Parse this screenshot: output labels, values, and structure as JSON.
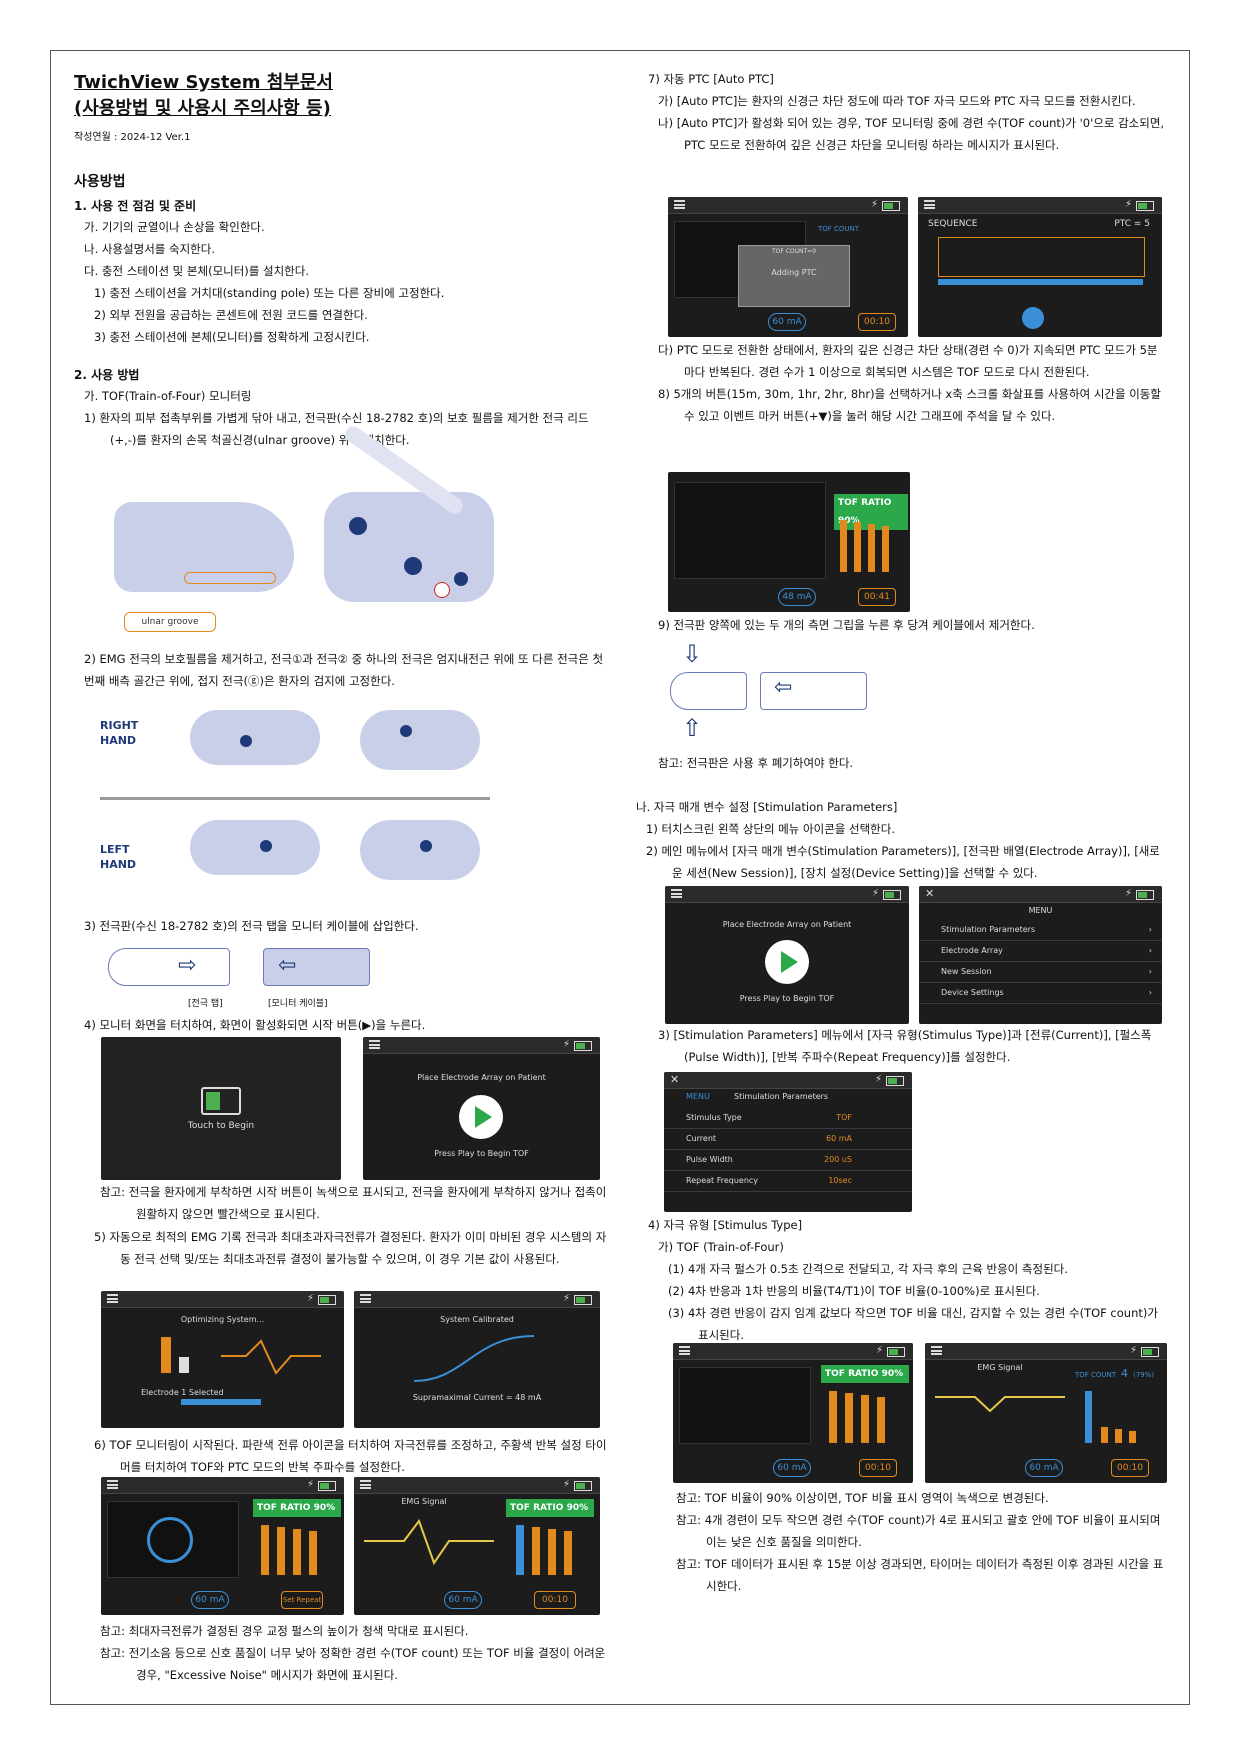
{
  "doc": {
    "title1": "TwichView System 첨부문서",
    "title2": "(사용방법 및 사용시 주의사항 등)",
    "date": "작성연월 : 2024-12 Ver.1",
    "usage_heading": "사용방법",
    "s1_heading": "1. 사용 전 점검 및 준비",
    "s1_items": [
      "가. 기기의 균열이나 손상을 확인한다.",
      "나. 사용설명서를 숙지한다.",
      "다. 충전 스테이션 및 본체(모니터)를 설치한다.",
      "1) 충전 스테이션을 거치대(standing pole) 또는 다른 장비에 고정한다.",
      "2) 외부 전원을 공급하는 콘센트에 전원 코드를 연결한다.",
      "3) 충전 스테이션에 본체(모니터)를 정확하게 고정시킨다."
    ],
    "s2_heading": "2. 사용 방법",
    "s2_a": "가. TOF(Train-of-Four) 모니터링",
    "s2_a1": "1) 환자의 피부 접촉부위를 가볍게 닦아 내고, 전극판(수신 18-2782 호)의 보호 필름을 제거한 전극 리드(+,-)를 환자의 손목 척골신경(ulnar groove) 위에 배치한다.",
    "ulnar_label": "ulnar groove",
    "s2_a2": "2) EMG 전극의 보호필름을 제거하고, 전극①과 전극② 중 하나의 전극은 엄지내전근 위에 또 다른 전극은 첫 번째 배측 골간근 위에, 접지 전극(ⓖ)은 환자의 검지에 고정한다.",
    "right_hand": "RIGHT HAND",
    "left_hand": "LEFT HAND",
    "s2_a3": "3) 전극판(수신 18-2782 호)의 전극 탭을 모니터 케이블에 삽입한다.",
    "tab_label": "[전극 탭]",
    "cable_label": "[모니터 케이블]",
    "s2_a4": "4) 모니터 화면을 터치하여, 화면이 활성화되면 시작 버튼(▶)을 누른다.",
    "touch_begin": "Touch to Begin",
    "place_array": "Place Electrode Array on Patient",
    "press_play": "Press Play to Begin TOF",
    "note4": "참고: 전극을 환자에게 부착하면 시작 버튼이 녹색으로 표시되고, 전극을 환자에게 부착하지 않거나 접촉이 원활하지 않으면 빨간색으로 표시된다.",
    "s2_a5": "5) 자동으로 최적의 EMG 기록 전극과 최대초과자극전류가 결정된다. 환자가 이미 마비된 경우 시스템의 자동 전극 선택 및/또는 최대초과전류 결정이 불가능할 수 있으며, 이 경우 기본 값이 사용된다.",
    "optimizing": "Optimizing System...",
    "calibrated": "System Calibrated",
    "electrode_selected": "Electrode 1 Selected",
    "supramax": "Supramaximal Current = 48 mA",
    "s2_a6": "6) TOF 모니터링이 시작된다. 파란색 전류 아이콘을 터치하여 자극전류를 조정하고, 주황색 반복 설정 타이머를 터치하여 TOF와 PTC 모드의 반복 주파수를 설정한다.",
    "note6a": "참고: 최대자극전류가 결정된 경우 교정 펄스의 높이가 청색 막대로 표시된다.",
    "note6b": "참고: 전기소음 등으로 신호 품질이 너무 낮아 정확한 경련 수(TOF count) 또는 TOF 비율 결정이 어려운 경우, \"Excessive Noise\" 메시지가 화면에 표시된다.",
    "s7": "7) 자동 PTC [Auto PTC]",
    "s7a": "가) [Auto PTC]는 환자의 신경근 차단 정도에 따라 TOF 자극 모드와 PTC 자극 모드를 전환시킨다.",
    "s7b": "나) [Auto PTC]가 활성화 되어 있는 경우, TOF 모니터링 중에 경련 수(TOF count)가 '0'으로 감소되면, PTC 모드로 전환하여 깊은 신경근 차단을 모니터링 하라는 메시지가 표시된다.",
    "s7c": "다) PTC 모드로 전환한 상태에서, 환자의 깊은 신경근 차단 상태(경련 수 0)가 지속되면 PTC 모드가 5분마다 반복된다. 경련 수가 1 이상으로 회복되면 시스템은 TOF 모드로 다시 전환된다.",
    "s8": "8) 5개의 버튼(15m, 30m, 1hr, 2hr, 8hr)을 선택하거나 x축 스크롤 화살표를 사용하여 시간을 이동할 수 있고 이벤트 마커 버튼(+▼)을 눌러 해당 시간 그래프에 주석을 달 수 있다.",
    "s9": "9) 전극판 양쪽에 있는 두 개의 측면 그립을 누른 후 당겨 케이블에서 제거한다.",
    "note9": "참고: 전극판은 사용 후 폐기하여야 한다.",
    "sb": "나. 자극 매개 변수 설정 [Stimulation Parameters]",
    "sb1": "1) 터치스크린 왼쪽 상단의 메뉴 아이콘을 선택한다.",
    "sb2": "2) 메인 메뉴에서 [자극 매개 변수(Stimulation Parameters)], [전극판 배열(Electrode Array)], [새로운 세션(New Session)], [장치 설정(Device Setting)]을 선택할 수 있다.",
    "sb3": "3) [Stimulation Parameters] 메뉴에서 [자극 유형(Stimulus Type)]과 [전류(Current)], [펄스폭(Pulse Width)], [반복 주파수(Repeat Frequency)]를 설정한다.",
    "sb4": "4) 자극 유형 [Stimulus Type]",
    "sb4a": "가) TOF (Train-of-Four)",
    "sb4a1": "(1) 4개 자극 펄스가 0.5초 간격으로 전달되고, 각 자극 후의 근육 반응이 측정된다.",
    "sb4a2": "(2) 4차 반응과 1차 반응의 비율(T4/T1)이 TOF 비율(0-100%)로 표시된다.",
    "sb4a3": "(3) 4차 경련 반응이 감지 임계 값보다 작으면 TOF 비율 대신, 감지할 수 있는 경련 수(TOF count)가 표시된다.",
    "notef1": "참고: TOF 비율이 90% 이상이면, TOF 비율 표시 영역이 녹색으로 변경된다.",
    "notef2": "참고: 4개 경련이 모두 작으면 경련 수(TOF count)가 4로 표시되고 괄호 안에 TOF 비율이 표시되며 이는 낮은 신호 품질을 의미한다.",
    "notef3": "참고: TOF 데이터가 표시된 후 15분 이상 경과되면, 타이머는 데이터가 측정된 이후 경과된 시간을 표시한다."
  },
  "screens": {
    "tof_ratio": "TOF RATIO",
    "tof_ratio_val": "90%",
    "current": "60 mA",
    "current48": "48 mA",
    "timer": "00:10",
    "timer2": "00:41",
    "set_repeat": "Set Repeat",
    "emg_signal": "EMG Signal",
    "tof_count": "TOF COUNT",
    "tof_count_val": "4",
    "tof_count_pct": "(79%)",
    "sequence": "SEQUENCE",
    "ptc": "PTC = 5",
    "adding_ptc": "Adding PTC",
    "tof_count0": "TOF COUNT=0",
    "menu": "MENU",
    "menu_items": [
      "Stimulation Parameters",
      "Electrode Array",
      "New Session",
      "Device Settings"
    ],
    "stim_title": "Stimulation Parameters",
    "stim_back": "MENU",
    "stim_rows": [
      {
        "k": "Stimulus Type",
        "v": "TOF"
      },
      {
        "k": "Current",
        "v": "60 mA"
      },
      {
        "k": "Pulse Width",
        "v": "200 uS"
      },
      {
        "k": "Repeat Frequency",
        "v": "10sec"
      }
    ],
    "accent": "#e38a1e",
    "green": "#2aa84a",
    "blue": "#3b8fd6"
  }
}
